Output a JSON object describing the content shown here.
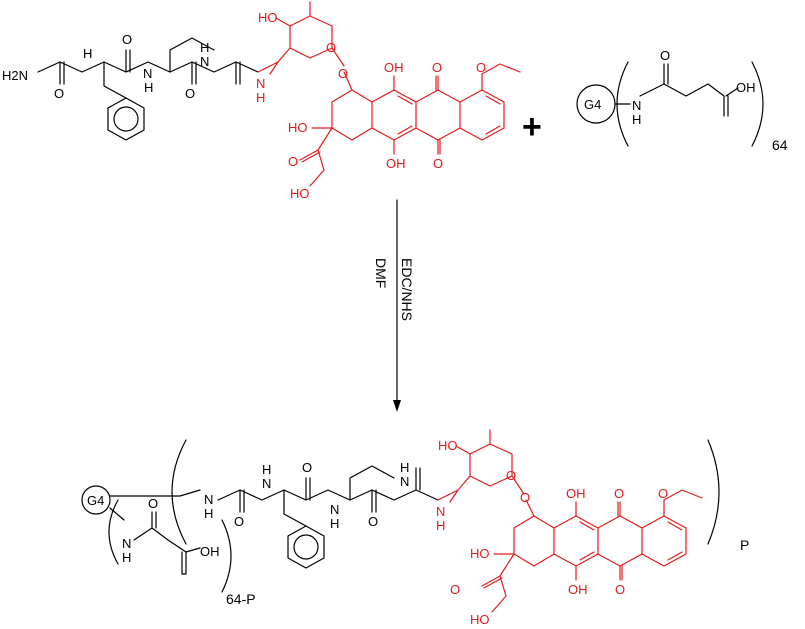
{
  "reactant1": {
    "labels": {
      "h2n": "H2N",
      "nh1": "H",
      "o1": "O",
      "nh2": "N",
      "nh2h": "H",
      "o2": "O",
      "nh3": "N",
      "nh3h": "H",
      "o3": "O",
      "nh4": "N",
      "nh4h": "H",
      "ho_sugar": "HO",
      "o_ring": "O",
      "o_link": "O",
      "oh_top": "OH",
      "o_q1": "O",
      "o_methoxy": "O",
      "ho_c9": "HO",
      "o_ketone": "O",
      "oh_bot": "OH",
      "o_q2": "O",
      "ho_end": "HO"
    }
  },
  "plus": "+",
  "reactant2": {
    "core": "G4",
    "labels": {
      "nh": "N",
      "nhh": "H",
      "o": "O",
      "oh": "OH"
    },
    "count": "64"
  },
  "arrow": {
    "reagent_top": "EDC/NHS",
    "reagent_bottom": "DMF"
  },
  "product": {
    "core": "G4",
    "labels": {
      "nh_arm": "N",
      "nh_armh": "H",
      "o_arm": "O",
      "oh_arm": "OH",
      "nh1": "N",
      "nh1h": "H",
      "o1": "O",
      "nh2": "N",
      "nh2h": "H",
      "o2": "O",
      "nh3": "N",
      "nh3h": "H",
      "o3": "O",
      "nh4": "N",
      "nh4h": "H",
      "ho_sugar": "HO",
      "o_ring": "O",
      "o_link": "O",
      "oh_top": "OH",
      "o_q1": "O",
      "o_methoxy": "O",
      "ho_c9": "HO",
      "o_ketone": "O",
      "oh_bot": "OH",
      "o_q2": "O",
      "ho_end": "HO"
    },
    "count_arm": "64-P",
    "count_p": "P"
  },
  "colors": {
    "bond": "#000000",
    "doxorubicin": "#e41a1c"
  }
}
